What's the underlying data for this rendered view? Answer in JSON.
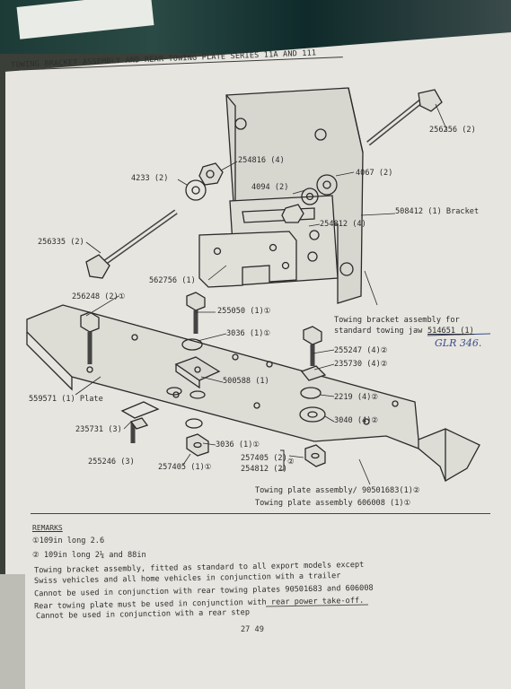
{
  "header": {
    "title": "TOWING BRACKET ASSEMBLY AND REAR TOWING PLATE  SERIES 11A AND 111"
  },
  "callouts": [
    {
      "id": "c256256",
      "text": "256256 (2)"
    },
    {
      "id": "c254816",
      "text": "254816 (4)"
    },
    {
      "id": "c4233",
      "text": "4233 (2)"
    },
    {
      "id": "c4094",
      "text": "4094 (2)"
    },
    {
      "id": "c4067",
      "text": "4067 (2)"
    },
    {
      "id": "c508412",
      "text": "508412 (1) Bracket"
    },
    {
      "id": "c254812a",
      "text": "254812 (4)"
    },
    {
      "id": "c256335",
      "text": "256335 (2)"
    },
    {
      "id": "c562756",
      "text": "562756 (1)"
    },
    {
      "id": "c256248",
      "text": "256248 (2)①"
    },
    {
      "id": "c255050",
      "text": "255050 (1)①"
    },
    {
      "id": "c3036a",
      "text": "3036 (1)①"
    },
    {
      "id": "c255247",
      "text": "255247 (4)②"
    },
    {
      "id": "c235730",
      "text": "235730 (4)②"
    },
    {
      "id": "c500588",
      "text": "500588 (1)"
    },
    {
      "id": "c559571",
      "text": "559571 (1) Plate"
    },
    {
      "id": "c2219",
      "text": "2219 (4)②"
    },
    {
      "id": "c3040",
      "text": "3040 (4)②"
    },
    {
      "id": "c235731",
      "text": "235731 (3)"
    },
    {
      "id": "c3036b",
      "text": "3036 (1)①"
    },
    {
      "id": "c255246",
      "text": "255246 (3)"
    },
    {
      "id": "c257405a",
      "text": "257405 (1)①"
    },
    {
      "id": "c257405b",
      "text": "257405 (2)"
    },
    {
      "id": "c254812b",
      "text": "254812 (2)"
    },
    {
      "id": "c257405b_mark",
      "text": "②"
    }
  ],
  "bracket_note": {
    "line1": "Towing bracket assembly for",
    "line2": "standard towing jaw",
    "part": "514651 (1)",
    "handwritten": "GLR 346."
  },
  "plate_assembly": {
    "line1": "Towing plate assembly/ 90501683(1)②",
    "line2": "Towing plate assembly  606008 (1)①"
  },
  "remarks": {
    "title": "REMARKS",
    "lines": [
      "①109in long 2.6",
      "② 109in long 2¼ and 88in",
      "Towing bracket assembly, fitted as standard to all export models except",
      "Swiss vehicles and all home vehicles in conjunction with a trailer",
      "Cannot be used in conjunction with rear towing plates 90501683 and 606008",
      "Rear towing plate must be used in conjunction with rear power take-off.",
      "Cannot be used in conjunction with a rear step"
    ]
  },
  "page_number": "27 49",
  "colors": {
    "paper": "#e6e5df",
    "ink": "#2c2c2c",
    "pen": "#3b4c8c"
  }
}
